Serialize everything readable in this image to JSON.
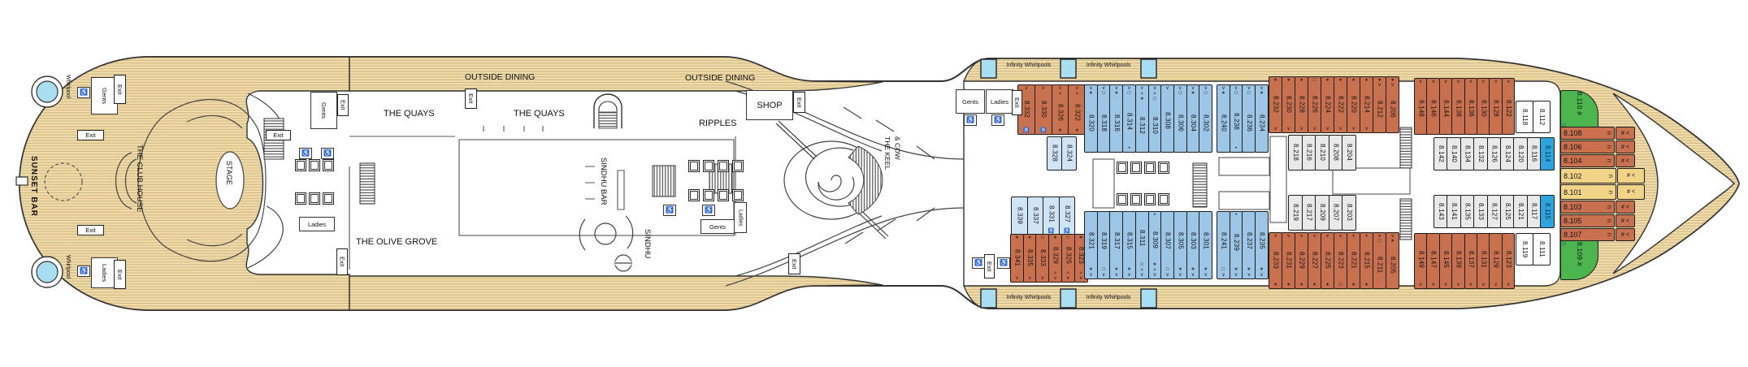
{
  "venues": {
    "sunset_bar": "SUNSET BAR",
    "whirlpool": "Whirlpool",
    "club_house": "THE CLUB HOUSE",
    "stage": "STAGE",
    "outside_dining": "OUTSIDE DINING",
    "the_quays": "THE QUAYS",
    "olive_grove": "THE OLIVE GROVE",
    "ripples": "RIPPLES",
    "shop": "SHOP",
    "sindhu_bar": "SINDHU BAR",
    "sindhu": "SINDHU",
    "keel_and_cow_line1": "THE KEEL",
    "keel_and_cow_line2": "& COW",
    "infinity_whirlpools": "Infinity Whirlpools"
  },
  "facilities": {
    "gents": "Gents",
    "ladies": "Ladies",
    "exit": "Exit"
  },
  "icons": {
    "wheelchair": "♿"
  },
  "colors": {
    "wood": "#eedcab",
    "wood_line": "#d3b67c",
    "orange": "#c9714f",
    "blue": "#9cc5e6",
    "light_blue": "#cfe4f5",
    "grey": "#e9e9e9",
    "cyan": "#2fa3dc",
    "green": "#4db54e",
    "yellow": "#f2d488",
    "pool": "#a9ddf0",
    "outline": "#333333"
  },
  "cabin_groups": [
    {
      "id": "aft_top_orange",
      "color": "orange",
      "cabins": [
        {
          "n": "8.332",
          "t": "v",
          "b": "♿"
        },
        {
          "n": "8.330",
          "t": "v",
          "b": "♿"
        },
        {
          "n": "8.326",
          "t": "v▵",
          "b": "∗"
        },
        {
          "n": "8.322",
          "t": "v▵",
          "b": "∗"
        }
      ]
    },
    {
      "id": "aft_top_lightblue",
      "color": "lightblue",
      "cabins": [
        {
          "n": "8.328"
        },
        {
          "n": "8.324"
        }
      ]
    },
    {
      "id": "aft_mid_lightblue",
      "color": "lightblue",
      "cabins": [
        {
          "n": "8.339"
        },
        {
          "n": "8.337"
        },
        {
          "n": "8.331",
          "b": "♿"
        },
        {
          "n": "8.327",
          "b": "♿"
        }
      ]
    },
    {
      "id": "aft_bot_orange",
      "color": "orange",
      "cabins": [
        {
          "n": "8.341",
          "t": "∗",
          "b": "v"
        },
        {
          "n": "8.335",
          "t": "∗",
          "b": "v"
        },
        {
          "n": "8.333",
          "t": "□",
          "b": "v"
        },
        {
          "n": "8.329",
          "t": "∗",
          "b": "▵v"
        },
        {
          "n": "8.325",
          "t": "□",
          "b": "▵v"
        },
        {
          "n": "8.323",
          "t": "∗",
          "b": "▵v"
        }
      ]
    },
    {
      "id": "top_blue",
      "color": "blue",
      "cabins": [
        {
          "n": "8.320",
          "t": "v∗"
        },
        {
          "n": "8.318",
          "t": "v□"
        },
        {
          "n": "8.316",
          "t": "v∗"
        },
        {
          "n": "8.314",
          "t": "v□",
          "b": "•"
        },
        {
          "n": "8.312",
          "t": "v▵∗"
        },
        {
          "n": "8.310",
          "t": "v▵□"
        },
        {
          "n": "8.308",
          "t": "v"
        },
        {
          "n": "8.306",
          "t": "v□"
        },
        {
          "n": "8.304",
          "t": "v∗"
        },
        {
          "n": "8.302",
          "t": "v□"
        },
        {
          "n": "8.240",
          "t": "v∗"
        },
        {
          "n": "8.238",
          "t": "v□",
          "b": "•"
        },
        {
          "n": "8.236",
          "t": "v□"
        },
        {
          "n": "8.234",
          "t": "v∗"
        }
      ]
    },
    {
      "id": "bot_blue",
      "color": "blue",
      "cabins": [
        {
          "n": "8.321",
          "b": "∗v"
        },
        {
          "n": "8.319",
          "b": "□v"
        },
        {
          "n": "8.317",
          "b": "∗v"
        },
        {
          "n": "8.315",
          "b": "∗v"
        },
        {
          "n": "8.311",
          "b": "□▵v"
        },
        {
          "n": "8.309",
          "t": "•",
          "b": "∗▵v"
        },
        {
          "n": "8.307",
          "b": "□v"
        },
        {
          "n": "8.305",
          "b": "∗v"
        },
        {
          "n": "8.303",
          "b": "∗v"
        },
        {
          "n": "8.301",
          "b": "∗v"
        },
        {
          "n": "8.241",
          "b": "□v"
        },
        {
          "n": "8.239",
          "t": "•",
          "b": "∗v"
        },
        {
          "n": "8.237",
          "b": "∗v"
        },
        {
          "n": "8.235",
          "b": "∗v"
        }
      ]
    },
    {
      "id": "top_orange_a",
      "color": "orange",
      "cabins": [
        {
          "n": "8.232",
          "t": "∗",
          "b": "v"
        },
        {
          "n": "8.230",
          "t": "∗",
          "b": "v"
        },
        {
          "n": "8.228",
          "t": "∗",
          "b": "v"
        },
        {
          "n": "8.226",
          "t": "□",
          "b": "v"
        },
        {
          "n": "8.224",
          "t": "∗",
          "b": "v"
        },
        {
          "n": "8.222",
          "t": "∗",
          "b": "v"
        },
        {
          "n": "8.220",
          "t": "∗",
          "b": "v"
        },
        {
          "n": "8.214",
          "t": "∗",
          "b": "v"
        },
        {
          "n": "8.212",
          "t": "∗v"
        },
        {
          "n": "8.206",
          "t": "∗v"
        }
      ]
    },
    {
      "id": "top_orange_b",
      "color": "orange",
      "cabins": [
        {
          "n": "8.148",
          "t": "v"
        },
        {
          "n": "8.146",
          "t": "v"
        },
        {
          "n": "8.144",
          "t": "v"
        },
        {
          "n": "8.138",
          "t": "v"
        },
        {
          "n": "8.136",
          "t": "v"
        },
        {
          "n": "8.130",
          "t": "v"
        },
        {
          "n": "8.128",
          "t": "v"
        },
        {
          "n": "8.122",
          "t": "v"
        }
      ]
    },
    {
      "id": "top_white_small",
      "color": "whitec",
      "cabins": [
        {
          "n": "8.118"
        },
        {
          "n": "8.112"
        }
      ]
    },
    {
      "id": "top_grey_a",
      "color": "grey",
      "cabins": [
        {
          "n": "8.218"
        },
        {
          "n": "8.216"
        },
        {
          "n": "8.210"
        },
        {
          "n": "8.208"
        },
        {
          "n": "8.204"
        }
      ]
    },
    {
      "id": "top_grey_b",
      "color": "grey",
      "cabins": [
        {
          "n": "8.142"
        },
        {
          "n": "8.140"
        },
        {
          "n": "8.134"
        },
        {
          "n": "8.132"
        },
        {
          "n": "8.126"
        },
        {
          "n": "8.124"
        },
        {
          "n": "8.120"
        },
        {
          "n": "8.116"
        },
        {
          "n": "8.114",
          "c": "cyan"
        }
      ]
    },
    {
      "id": "bot_grey_a",
      "color": "grey",
      "cabins": [
        {
          "n": "8.219"
        },
        {
          "n": "8.217"
        },
        {
          "n": "8.209"
        },
        {
          "n": "8.207"
        },
        {
          "n": "8.203"
        }
      ]
    },
    {
      "id": "bot_grey_b",
      "color": "grey",
      "cabins": [
        {
          "n": "8.143"
        },
        {
          "n": "8.141"
        },
        {
          "n": "8.135"
        },
        {
          "n": "8.133"
        },
        {
          "n": "8.127"
        },
        {
          "n": "8.125"
        },
        {
          "n": "8.121"
        },
        {
          "n": "8.117"
        },
        {
          "n": "8.115",
          "c": "cyan"
        }
      ]
    },
    {
      "id": "bot_orange_a",
      "color": "orange",
      "cabins": [
        {
          "n": "8.233",
          "t": "v",
          "b": "∗"
        },
        {
          "n": "8.231",
          "t": "v",
          "b": "∗"
        },
        {
          "n": "8.229",
          "t": "v",
          "b": "∗"
        },
        {
          "n": "8.227",
          "t": "v",
          "b": "∗"
        },
        {
          "n": "8.225",
          "t": "v",
          "b": "∗"
        },
        {
          "n": "8.223",
          "t": "v",
          "b": "□"
        },
        {
          "n": "8.221",
          "t": "v",
          "b": "∗"
        },
        {
          "n": "8.215",
          "t": "v",
          "b": "∗"
        },
        {
          "n": "8.211",
          "t": "v□"
        },
        {
          "n": "8.205",
          "t": "v∗"
        }
      ]
    },
    {
      "id": "bot_orange_b",
      "color": "orange",
      "cabins": [
        {
          "n": "8.149",
          "b": "v"
        },
        {
          "n": "8.147",
          "b": "v"
        },
        {
          "n": "8.145",
          "b": "v"
        },
        {
          "n": "8.139",
          "b": "v"
        },
        {
          "n": "8.137",
          "b": "v"
        },
        {
          "n": "8.131",
          "b": "v"
        },
        {
          "n": "8.129",
          "b": "v"
        },
        {
          "n": "8.123",
          "b": "v"
        }
      ]
    },
    {
      "id": "bot_white_small",
      "color": "whitec",
      "cabins": [
        {
          "n": "8.119"
        },
        {
          "n": "8.111"
        }
      ]
    }
  ],
  "bow_cabins": [
    {
      "n": "8.110",
      "color": "green",
      "side": "#",
      "mark": "□"
    },
    {
      "n": "8.108",
      "color": "orange",
      "tail": "⊃",
      "side": "# <"
    },
    {
      "n": "8.106",
      "color": "orange",
      "tail": "⊃",
      "side": "# <"
    },
    {
      "n": "8.104",
      "color": "orange",
      "tail": "⊃",
      "side": "# <"
    },
    {
      "n": "8.102",
      "color": "yellow",
      "tail": "⊃",
      "side": "# <"
    },
    {
      "n": "8.101",
      "color": "yellow",
      "tail": "⊃",
      "side": "# <"
    },
    {
      "n": "8.103",
      "color": "orange",
      "tail": "⊃",
      "side": "# <"
    },
    {
      "n": "8.105",
      "color": "orange",
      "tail": "⊃",
      "side": "# <"
    },
    {
      "n": "8.107",
      "color": "orange",
      "tail": "⊃",
      "side": "# <"
    },
    {
      "n": "8.109",
      "color": "green",
      "side": "#",
      "mark": "□"
    }
  ]
}
